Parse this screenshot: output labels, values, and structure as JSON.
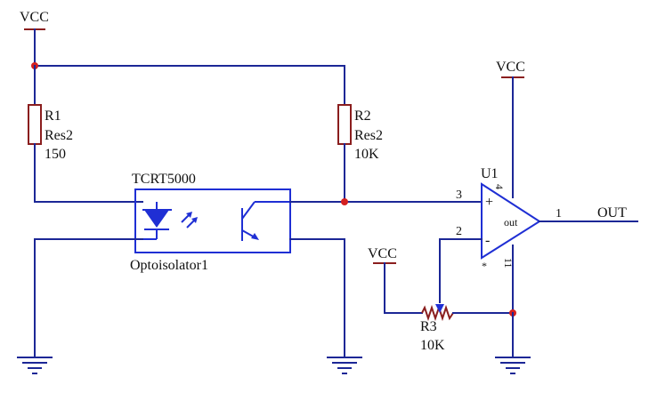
{
  "power": {
    "vcc_label": "VCC"
  },
  "r1": {
    "designator": "R1",
    "type": "Res2",
    "value": "150"
  },
  "r2": {
    "designator": "R2",
    "type": "Res2",
    "value": "10K"
  },
  "r3": {
    "designator": "R3",
    "value": "10K"
  },
  "opto": {
    "part": "TCRT5000",
    "designator": "Optoisolator1"
  },
  "u1": {
    "designator": "U1",
    "out_text": "out",
    "plus": "+",
    "minus": "-",
    "star": "*",
    "pin_noninv": "3",
    "pin_inv": "2",
    "pin_out": "1",
    "pin_vpos": "4",
    "pin_vneg": "11"
  },
  "net": {
    "out_label": "OUT"
  },
  "colors": {
    "wire": "#1c2796",
    "component_body": "#8a1e1e",
    "component_blue": "#1f2fd4",
    "junction": "#d42020"
  }
}
